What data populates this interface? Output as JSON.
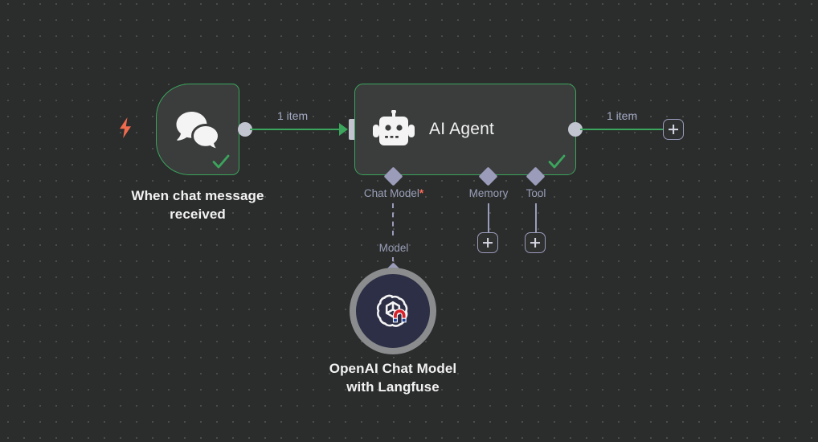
{
  "canvas": {
    "background_color": "#2b2c2c",
    "grid_dot_color": "#4a4b4b",
    "accent_success_color": "#3ba55d",
    "port_color": "#9a9cba",
    "trigger_bolt_color": "#ef6b4e"
  },
  "nodes": {
    "trigger": {
      "label_line1": "When chat message",
      "label_line2": "received",
      "icon": "chat-bubbles-icon",
      "status": "success",
      "status_icon": "check-icon",
      "trigger_icon": "lightning-bolt-icon"
    },
    "agent": {
      "title": "AI Agent",
      "icon": "robot-icon",
      "status": "success",
      "status_icon": "check-icon"
    },
    "model": {
      "label_line1": "OpenAI Chat Model",
      "label_line2": "with Langfuse",
      "icon": "openai-langfuse-icon"
    }
  },
  "connections": {
    "trigger_to_agent_label": "1 item",
    "agent_output_label": "1 item",
    "model_link_label": "Model"
  },
  "sub_ports": [
    {
      "label": "Chat Model",
      "required_marker": "*",
      "has_add_button": false
    },
    {
      "label": "Memory",
      "required_marker": "",
      "has_add_button": true
    },
    {
      "label": "Tool",
      "required_marker": "",
      "has_add_button": true
    }
  ],
  "buttons": {
    "add_node_label": "+"
  }
}
